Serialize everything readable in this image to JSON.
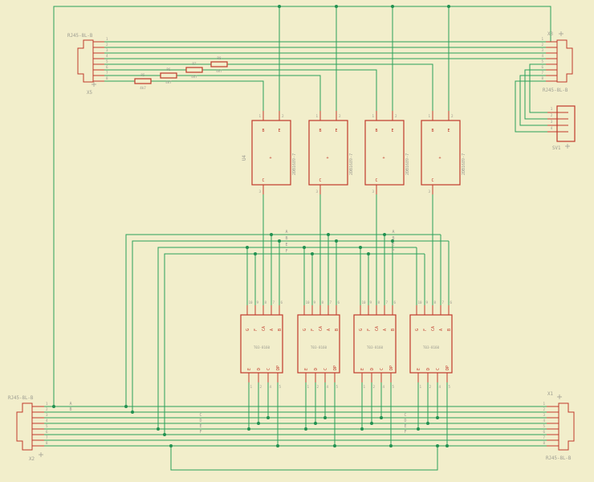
{
  "palette": {
    "background": "#f2eecb",
    "wire": "#2aa05a",
    "component": "#c0392b",
    "label": "#9b9b90"
  },
  "connectors": {
    "x5": {
      "refdes": "X5",
      "part": "RJ45-8L-B",
      "pins": [
        "1",
        "2",
        "3",
        "4",
        "5",
        "6",
        "7",
        "8"
      ]
    },
    "x3": {
      "refdes": "X3",
      "part": "RJ45-8L-B",
      "pins": [
        "1",
        "2",
        "3",
        "4",
        "5",
        "6",
        "7",
        "8"
      ]
    },
    "x2": {
      "refdes": "X2",
      "part": "RJ45-8L-B",
      "pins": [
        "1",
        "2",
        "3",
        "4",
        "5",
        "6",
        "7",
        "8"
      ]
    },
    "x1": {
      "refdes": "X1",
      "part": "RJ45-8L-B",
      "pins": [
        "1",
        "2",
        "3",
        "4",
        "5",
        "6",
        "7",
        "8"
      ]
    },
    "sv1": {
      "refdes": "SV1",
      "pins": [
        "1",
        "2",
        "3",
        "4"
      ]
    }
  },
  "resistors": [
    {
      "refdes": "R5",
      "value": "4k7"
    },
    {
      "refdes": "R6",
      "value": "4k7"
    },
    {
      "refdes": "R7",
      "value": "4k7"
    },
    {
      "refdes": "R8",
      "value": "4k7"
    }
  ],
  "transistors": [
    {
      "refdes": "U4",
      "part": "2DB1689-7",
      "pin1": "1",
      "pin2": "2",
      "pin3": "3",
      "base": "B",
      "emitter": "E",
      "collector": "C",
      "polarity": "+"
    },
    {
      "refdes": "",
      "part": "2DB1689-7",
      "pin1": "1",
      "pin2": "2",
      "pin3": "3",
      "base": "B",
      "emitter": "E",
      "collector": "C",
      "polarity": "+"
    },
    {
      "refdes": "",
      "part": "2DB1689-7",
      "pin1": "1",
      "pin2": "2",
      "pin3": "3",
      "base": "B",
      "emitter": "E",
      "collector": "C",
      "polarity": "+"
    },
    {
      "refdes": "",
      "part": "2DB1689-7",
      "pin1": "1",
      "pin2": "2",
      "pin3": "3",
      "base": "B",
      "emitter": "E",
      "collector": "C",
      "polarity": "+"
    }
  ],
  "displays": [
    {
      "part": "T03-8160",
      "top_pin_numbers": [
        "10",
        "9",
        "8",
        "7",
        "6"
      ],
      "top_segments": [
        "G",
        "F",
        "CA",
        "A",
        "B"
      ],
      "bottom_pin_numbers": [
        "1",
        "2",
        "4",
        "5"
      ],
      "bottom_segments": [
        "E",
        "D",
        "C",
        "DP"
      ]
    },
    {
      "part": "T03-8160",
      "top_pin_numbers": [
        "10",
        "9",
        "8",
        "7",
        "6"
      ],
      "top_segments": [
        "G",
        "F",
        "CA",
        "A",
        "B"
      ],
      "bottom_pin_numbers": [
        "1",
        "2",
        "4",
        "5"
      ],
      "bottom_segments": [
        "E",
        "D",
        "C",
        "DP"
      ]
    },
    {
      "part": "T03-8160",
      "top_pin_numbers": [
        "10",
        "9",
        "8",
        "7",
        "6"
      ],
      "top_segments": [
        "G",
        "F",
        "CA",
        "A",
        "B"
      ],
      "bottom_pin_numbers": [
        "1",
        "2",
        "4",
        "5"
      ],
      "bottom_segments": [
        "E",
        "D",
        "C",
        "DP"
      ]
    },
    {
      "part": "T03-8160",
      "top_pin_numbers": [
        "10",
        "9",
        "8",
        "7",
        "6"
      ],
      "top_segments": [
        "G",
        "F",
        "CA",
        "A",
        "B"
      ],
      "bottom_pin_numbers": [
        "1",
        "2",
        "4",
        "5"
      ],
      "bottom_segments": [
        "E",
        "D",
        "C",
        "DP"
      ]
    }
  ],
  "net_labels": {
    "mid_left": [
      "A",
      "B",
      "E",
      "F"
    ],
    "mid_right": [
      "A",
      "B",
      "E",
      "F"
    ],
    "bottom_left": [
      "A",
      "B"
    ],
    "bottom_center": [
      "C",
      "D",
      "E",
      "F"
    ],
    "bottom_right": [
      "C",
      "D",
      "E",
      "F"
    ]
  }
}
